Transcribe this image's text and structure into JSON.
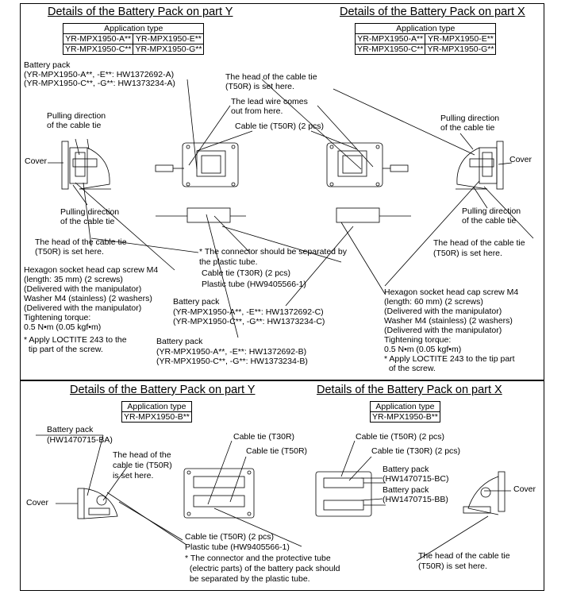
{
  "top": {
    "title_left": "Details of the Battery Pack on part Y",
    "title_right": "Details of the Battery Pack on part X",
    "app_type_label": "Application type",
    "app_left": [
      [
        "YR-MPX1950-A**",
        "YR-MPX1950-E**"
      ],
      [
        "YR-MPX1950-C**",
        "YR-MPX1950-G**"
      ]
    ],
    "app_right": [
      [
        "YR-MPX1950-A**",
        "YR-MPX1950-E**"
      ],
      [
        "YR-MPX1950-C**",
        "YR-MPX1950-G**"
      ]
    ],
    "battery_pack_a": {
      "label": "Battery pack",
      "l1": "(YR-MPX1950-A**, -E**: HW1372692-A)",
      "l2": "(YR-MPX1950-C**, -G**: HW1373234-A)"
    },
    "head_tie_top": {
      "l1": "The head of the cable tie",
      "l2": "(T50R) is set here."
    },
    "lead_wire": {
      "l1": "The lead wire comes",
      "l2": "out from here."
    },
    "cable_tie_t50r_2": "Cable tie (T50R) (2 pcs)",
    "pull_dir_left_top": {
      "l1": "Pulling direction",
      "l2": "of the cable tie"
    },
    "pull_dir_right_top": {
      "l1": "Pulling direction",
      "l2": "of the cable tie"
    },
    "cover_left": "Cover",
    "cover_right": "Cover",
    "pull_dir_left_bottom": {
      "l1": "Pulling direction",
      "l2": "of the cable tie"
    },
    "pull_dir_right_bottom": {
      "l1": "Pulling direction",
      "l2": "of the cable tie"
    },
    "head_tie_left": {
      "l1": "The head of the cable tie",
      "l2": "(T50R) is set here."
    },
    "head_tie_right": {
      "l1": "The head of the cable tie",
      "l2": "(T50R) is set here."
    },
    "connector_note": {
      "l1": "* The connector should be separated by",
      "l2": "the plastic tube."
    },
    "cable_tie_t30r": "Cable tie (T30R) (2 pcs)",
    "plastic_tube": "Plastic tube (HW9405566-1)",
    "screw_left": [
      "Hexagon socket head cap screw M4",
      "(length: 35 mm) (2 screws)",
      "(Delivered with the manipulator)",
      "Washer M4 (stainless) (2 washers)",
      "(Delivered with the manipulator)",
      "Tightening torque:",
      "0.5 N•m (0.05 kgf•m)",
      "* Apply LOCTITE 243 to the",
      "  tip part of the screw."
    ],
    "battery_pack_c": {
      "label": "Battery pack",
      "l1": "(YR-MPX1950-A**, -E**: HW1372692-C)",
      "l2": "(YR-MPX1950-C**, -G**: HW1373234-C)"
    },
    "battery_pack_b": {
      "label": "Battery pack",
      "l1": "(YR-MPX1950-A**, -E**: HW1372692-B)",
      "l2": "(YR-MPX1950-C**, -G**: HW1373234-B)"
    },
    "screw_right": [
      "Hexagon socket head cap screw M4",
      "(length: 60 mm) (2 screws)",
      "(Delivered with the manipulator)",
      "Washer M4 (stainless) (2 washers)",
      "(Delivered with the manipulator)",
      "Tightening torque:",
      "0.5 N•m (0.05 kgf•m)",
      "* Apply LOCTITE 243 to the tip part",
      "  of the screw."
    ]
  },
  "bottom": {
    "title_left": "Details of the Battery Pack on part Y",
    "title_right": "Details of the Battery Pack on part X",
    "app_type_label": "Application type",
    "app_left": "YR-MPX1950-B**",
    "app_right": "YR-MPX1950-B**",
    "battery_pack_ba": {
      "label": "Battery pack",
      "l1": "(HW1470715-BA)"
    },
    "head_tie_left": {
      "l1": "The head of the",
      "l2": "cable tie (T50R)",
      "l3": "is set here."
    },
    "cover_left": "Cover",
    "cable_tie_t30r": "Cable tie (T30R)",
    "cable_tie_t50r": "Cable tie (T50R)",
    "cable_tie_t50r_2": "Cable tie (T50R) (2 pcs)",
    "cable_tie_t30r_2": "Cable tie (T30R) (2 pcs)",
    "battery_pack_bc": {
      "label": "Battery pack",
      "l1": "(HW1470715-BC)"
    },
    "battery_pack_bb": {
      "label": "Battery pack",
      "l1": "(HW1470715-BB)"
    },
    "cover_right": "Cover",
    "cable_tie_t50r_2b": "Cable tie (T50R) (2 pcs)",
    "plastic_tube": "Plastic tube (HW9405566-1)",
    "note": [
      "* The connector and the protective tube",
      "  (electric parts) of the battery pack should",
      "  be separated by the plastic tube."
    ],
    "head_tie_right": {
      "l1": "The head of the cable tie",
      "l2": "(T50R) is set here."
    }
  }
}
